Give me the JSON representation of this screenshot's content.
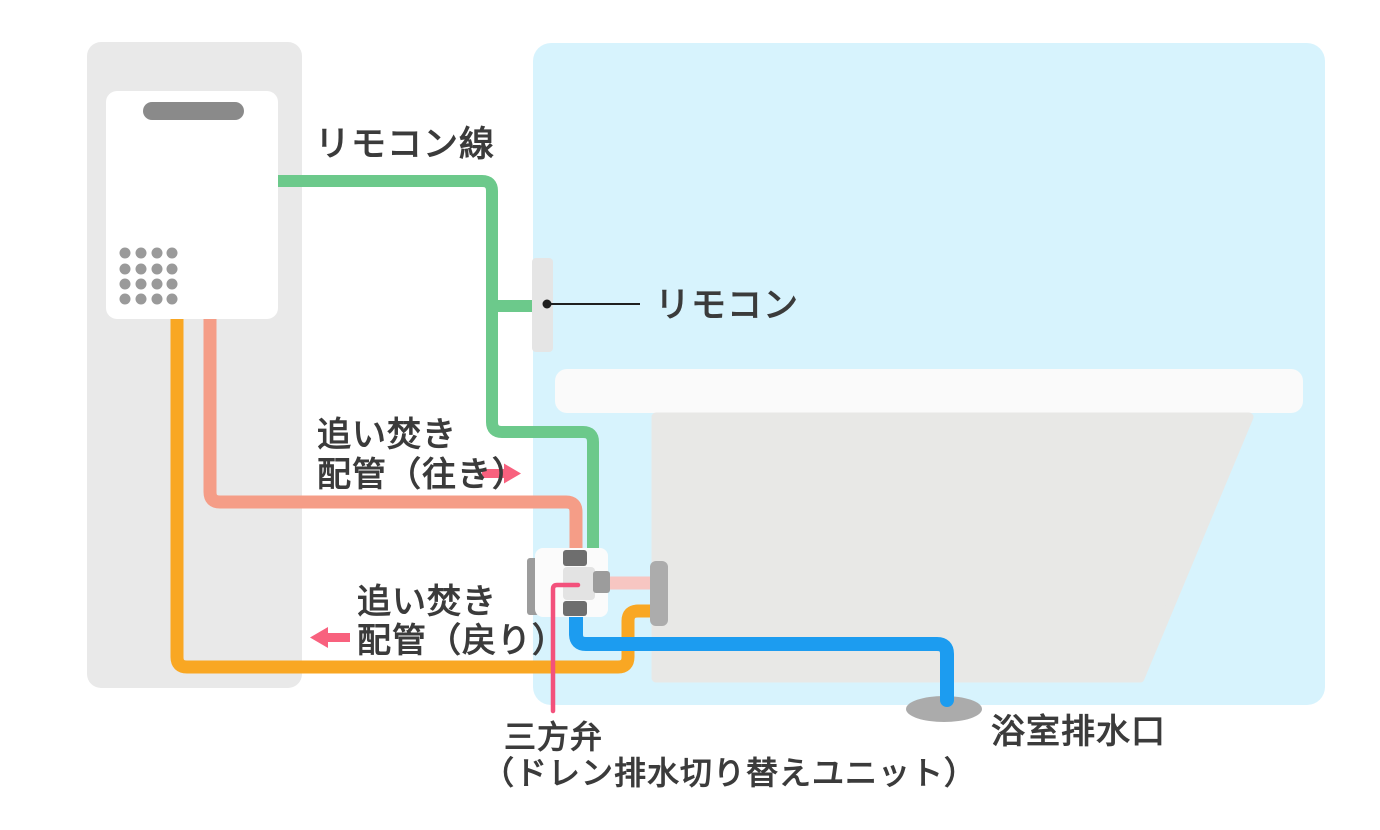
{
  "diagram": {
    "title_context": "water-heater-bathroom-piping-diagram",
    "labels": {
      "remote_line": "リモコン線",
      "remote": "リモコン",
      "reheat_out_line1": "追い焚き",
      "reheat_out_line2": "配管（往き）",
      "reheat_return_line1": "追い焚き",
      "reheat_return_line2": "配管（戻り）",
      "three_way_valve_line1": "三方弁",
      "three_way_valve_line2": "（ドレン排水切り替えユニット）",
      "bath_drain": "浴室排水口"
    },
    "colors": {
      "remote_line_green": "#6cc98b",
      "reheat_out_salmon": "#f59d87",
      "reheat_return_orange": "#f9a723",
      "drain_pipe_blue": "#1c9cf0",
      "outlet_pale_pink": "#f7c6c2",
      "arrow_pink": "#f8617e",
      "leader_pink": "#f3517c",
      "leader_black": "#1f1f1f",
      "bathroom_blue": "#d7f3fd",
      "heater_panel_gray": "#e9e9e9",
      "bathtub_gray": "#e8e8e6",
      "counter_white": "#fafafa",
      "remote_gray": "#e5e5e5",
      "heater_white": "#ffffff",
      "heater_slot_gray": "#8a8a8a",
      "heater_dots_gray": "#9a9a9a",
      "valve_white": "#fbfbfb",
      "connector_dark_gray": "#6e6e6e",
      "part_mid_gray": "#9c9c9c",
      "part_light_gray": "#e3e3e3",
      "bracket_gray": "#acacac",
      "drain_gray": "#ababab",
      "text": "#3b3b3b"
    },
    "icons": {
      "flow_out_arrow": "arrow-right",
      "flow_return_arrow": "arrow-left"
    }
  }
}
